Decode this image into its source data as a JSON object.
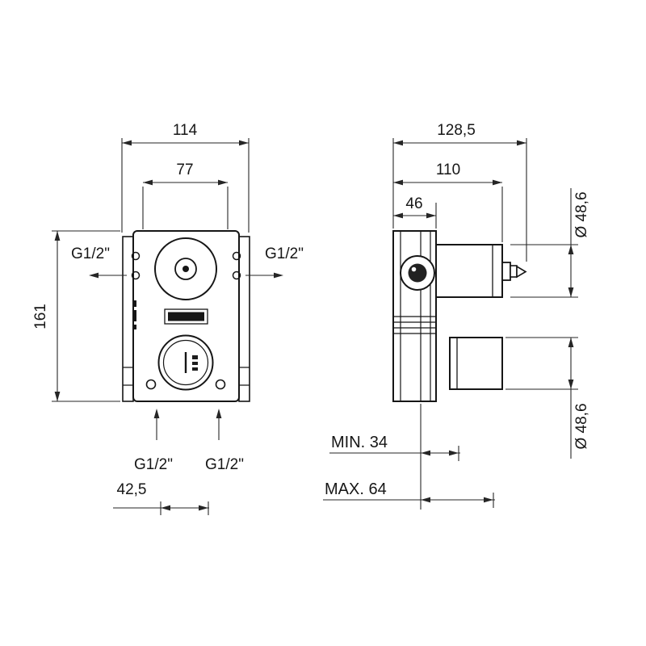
{
  "front_view": {
    "dims": {
      "outer_width": "114",
      "inner_width": "77",
      "height": "161",
      "inlet_offset": "42,5"
    },
    "ports": {
      "left": "G1/2\"",
      "right": "G1/2\"",
      "bottom_left": "G1/2\"",
      "bottom_right": "G1/2\""
    }
  },
  "side_view": {
    "dims": {
      "total_depth": "128,5",
      "body_depth": "110",
      "plate_depth": "46",
      "top_diameter": "Ø 48,6",
      "bottom_diameter": "Ø 48,6",
      "min_wall": "MIN. 34",
      "max_wall": "MAX. 64"
    }
  },
  "colors": {
    "object_line": "#161616",
    "dimension_line": "#262626"
  }
}
